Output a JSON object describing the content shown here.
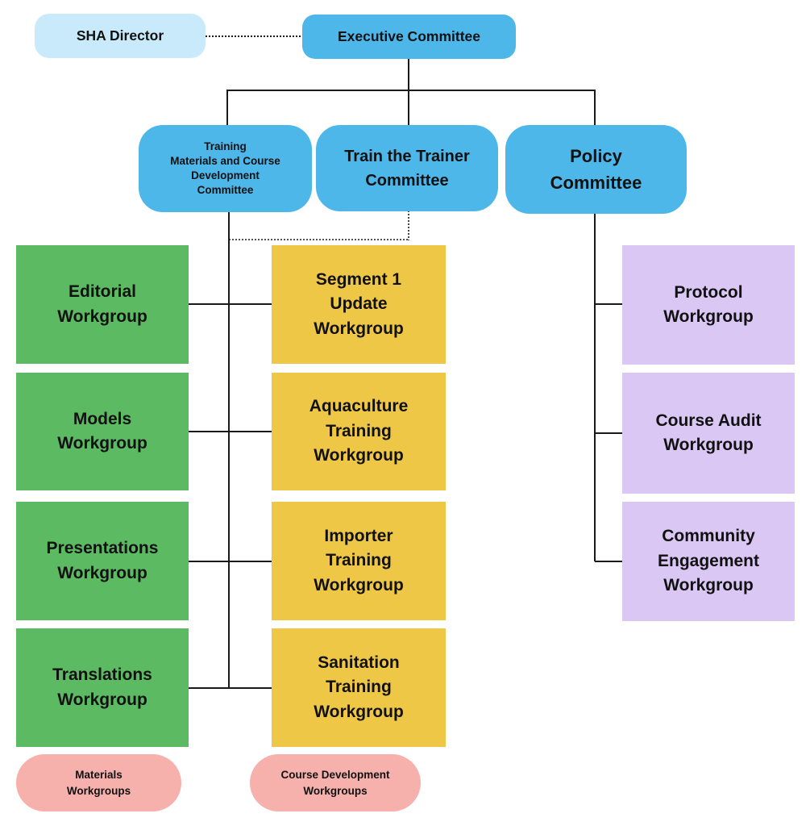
{
  "colors": {
    "bg": "#FFFFFF",
    "light-blue": "#C9EAFB",
    "blue": "#4EB7EA",
    "green": "#5CBA63",
    "yellow": "#EEC747",
    "purple": "#DAC7F4",
    "pink": "#F7B1AC",
    "line": "#1A1A1A",
    "text": "#111111"
  },
  "nodes": {
    "sha_director": {
      "lines": [
        "SHA Director"
      ]
    },
    "executive_committee": {
      "lines": [
        "Executive Committee"
      ]
    },
    "training_materials_committee": {
      "lines": [
        "Training",
        "Materials and Course",
        "Development",
        "Committee"
      ]
    },
    "train_the_trainer_committee": {
      "lines": [
        "Train the Trainer",
        "Committee"
      ]
    },
    "policy_committee": {
      "lines": [
        "Policy",
        "Committee"
      ]
    },
    "editorial_workgroup": {
      "lines": [
        "Editorial",
        "Workgroup"
      ]
    },
    "models_workgroup": {
      "lines": [
        "Models",
        "Workgroup"
      ]
    },
    "presentations_workgroup": {
      "lines": [
        "Presentations",
        "Workgroup"
      ]
    },
    "translations_workgroup": {
      "lines": [
        "Translations",
        "Workgroup"
      ]
    },
    "segment1_update_workgroup": {
      "lines": [
        "Segment 1",
        "Update",
        "Workgroup"
      ]
    },
    "aquaculture_training_workgroup": {
      "lines": [
        "Aquaculture",
        "Training",
        "Workgroup"
      ]
    },
    "importer_training_workgroup": {
      "lines": [
        "Importer",
        "Training",
        "Workgroup"
      ]
    },
    "sanitation_training_workgroup": {
      "lines": [
        "Sanitation",
        "Training",
        "Workgroup"
      ]
    },
    "protocol_workgroup": {
      "lines": [
        "Protocol",
        "Workgroup"
      ]
    },
    "course_audit_workgroup": {
      "lines": [
        "Course Audit",
        "Workgroup"
      ]
    },
    "community_engagement_workgroup": {
      "lines": [
        "Community",
        "Engagement",
        "Workgroup"
      ]
    },
    "materials_workgroups_pill": {
      "lines": [
        "Materials",
        "Workgroups"
      ]
    },
    "course_development_workgroups_pill": {
      "lines": [
        "Course Development",
        "Workgroups"
      ]
    }
  }
}
